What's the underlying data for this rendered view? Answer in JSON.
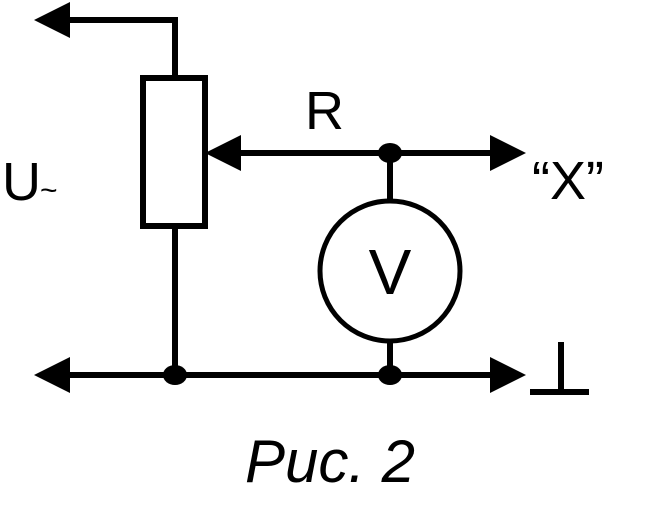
{
  "diagram": {
    "labels": {
      "voltage": "U",
      "voltage_tilde": "~",
      "resistor": "R",
      "output": "“X”",
      "voltmeter": "V",
      "caption": "Рис. 2"
    },
    "colors": {
      "ink": "#000000",
      "background": "#ffffff"
    }
  }
}
